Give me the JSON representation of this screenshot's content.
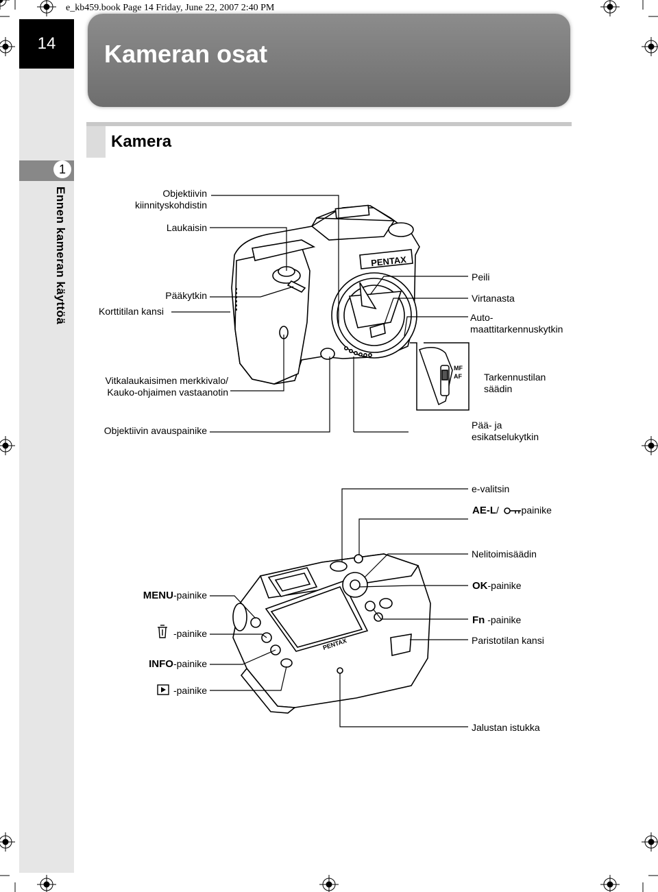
{
  "header_line": "e_kb459.book  Page 14  Friday, June 22, 2007  2:40 PM",
  "page_number": "14",
  "title": "Kameran osat",
  "chapter": {
    "number": "1",
    "title": "Ennen kameran käyttöä"
  },
  "section_title": "Kamera",
  "front_view": {
    "brand": "PENTAX",
    "labels_left": {
      "lens_mount_index_1": "Objektiivin",
      "lens_mount_index_2": "kiinnityskohdistin",
      "shutter": "Laukaisin",
      "main_switch": "Pääkytkin",
      "card_cover": "Korttitilan kansi",
      "self_timer_1": "Vitkalaukaisimen merkkivalo/",
      "self_timer_2": "Kauko-ohjaimen vastaanotin",
      "lens_release": "Objektiivin avauspainike"
    },
    "labels_right": {
      "mirror": "Peili",
      "af_coupler": "Virtanasta",
      "af_contacts_1": "Auto-",
      "af_contacts_2": "maattitarkennuskytkin",
      "focus_mode_1": "Tarkennustilan",
      "focus_mode_2": "säädin",
      "preview_1": "Pää- ja",
      "preview_2": "esikatselukytkin"
    },
    "switch_marks": {
      "mf": "MF",
      "af": "AF"
    }
  },
  "back_view": {
    "brand": "PENTAX",
    "labels_right": {
      "e_dial": "e-valitsin",
      "ael_strong": "AE-L",
      "ael_sep": "/",
      "ael_rest": "-painike",
      "four_way": "Nelitoimisäädin",
      "ok_strong": "OK",
      "ok_rest": "-painike",
      "fn_strong": "Fn",
      "fn_rest": " -painike",
      "battery": "Paristotilan kansi",
      "tripod": "Jalustan istukka"
    },
    "labels_left": {
      "menu_strong": "MENU",
      "menu_rest": "-painike",
      "delete_rest": "-painike",
      "info_strong": "INFO",
      "info_rest": "-painike",
      "play_rest": "-painike"
    }
  }
}
